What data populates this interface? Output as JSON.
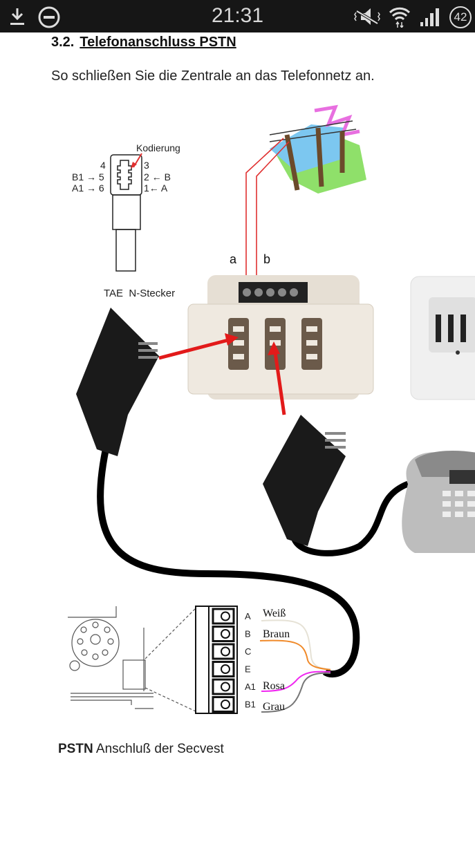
{
  "status_bar": {
    "time": "21:31",
    "battery": "42",
    "icons": [
      "download-icon",
      "do-not-disturb-icon",
      "vibrate-mute-icon",
      "wifi-icon",
      "signal-icon",
      "battery-icon"
    ]
  },
  "document": {
    "section_number": "3.2.",
    "section_title": "Telefonanschluss PSTN",
    "intro": "So schließen Sie die Zentrale an das Telefonnetz an.",
    "figure": {
      "plug_label": "TAE  N-Stecker",
      "coding_label": "Kodierung",
      "pins": {
        "p4": "4",
        "p3": "3",
        "p5": "B1 → 5",
        "p2": "2 ← B",
        "p6": "A1 → 6",
        "p1": "1← A"
      },
      "wire_a": "a",
      "wire_b": "b",
      "terminals": [
        "A",
        "B",
        "C",
        "E",
        "A1",
        "B1"
      ],
      "wire_colors": {
        "A": "Weiß",
        "B": "Braun",
        "A1": "Rosa",
        "B1": "Grau"
      }
    },
    "caption_bold": "PSTN",
    "caption_rest": " Anschluß der Secvest"
  }
}
